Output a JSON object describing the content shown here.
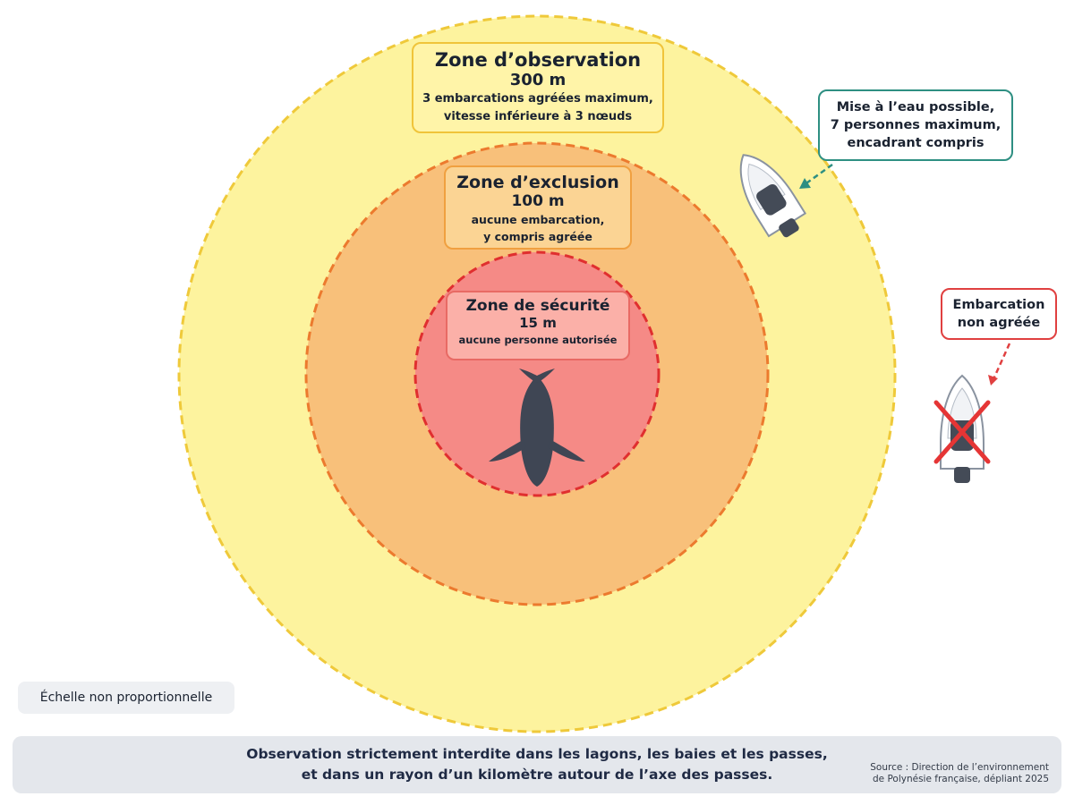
{
  "zones": {
    "observation": {
      "title": "Zone d’observation",
      "distance": "300 m",
      "note_lines": [
        "3 embarcations agréées maximum,",
        "vitesse inférieure à 3 nœuds"
      ],
      "fill": "#fdf39e",
      "stroke": "#efc93a"
    },
    "exclusion": {
      "title": "Zone d’exclusion",
      "distance": "100 m",
      "note_lines": [
        "aucune embarcation,",
        "y compris agréée"
      ],
      "fill": "#f8c07a",
      "stroke": "#ec7a2e"
    },
    "securite": {
      "title": "Zone de sécurité",
      "distance": "15 m",
      "note_lines": [
        "aucune personne autorisée"
      ],
      "fill": "#f58a86",
      "stroke": "#e02f2f"
    }
  },
  "callouts": {
    "allowed": {
      "lines": [
        "Mise à l’eau possible,",
        "7 personnes maximum,",
        "encadrant compris"
      ],
      "color": "#2e8f82"
    },
    "forbidden": {
      "lines": [
        "Embarcation",
        "non agréée"
      ],
      "color": "#e04040"
    }
  },
  "scale_note": "Échelle non proportionnelle",
  "footer": {
    "lines": [
      "Observation strictement interdite dans les lagons, les baies et les passes,",
      "et dans un rayon d’un kilomètre autour de l’axe des passes."
    ],
    "source_lines": [
      "Source : Direction de l’environnement",
      "de Polynésie française, dépliant 2025"
    ]
  },
  "icons": [
    "whale-icon",
    "boat-icon",
    "cross-icon",
    "arrow-icon"
  ]
}
